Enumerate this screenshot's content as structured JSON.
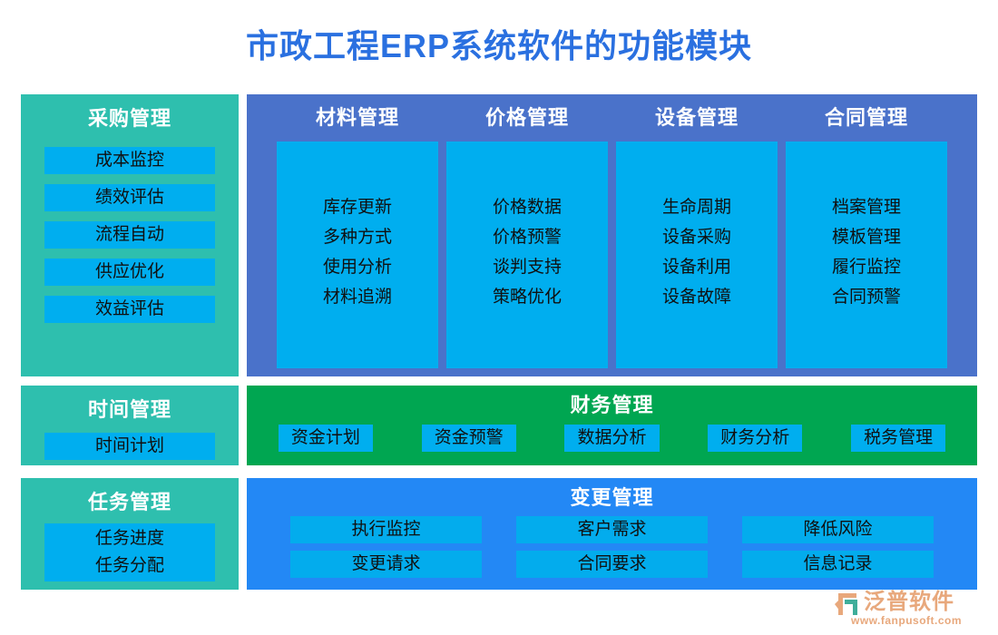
{
  "title": "市政工程ERP系统软件的功能模块",
  "colors": {
    "title_blue": "#2a70e0",
    "teal_panel": "#2ebfae",
    "indigo_panel": "#4a72ca",
    "green_panel": "#00a651",
    "blue_panel": "#2388f5",
    "item_blue": "#00AEEF",
    "logo_orange": "#e8a87c"
  },
  "left_panels": [
    {
      "title": "采购管理",
      "items": [
        "成本监控",
        "绩效评估",
        "流程自动",
        "供应优化",
        "效益评估"
      ]
    },
    {
      "title": "时间管理",
      "items": [
        "时间计划"
      ]
    },
    {
      "title": "任务管理",
      "items": [
        "任务进度",
        "任务分配"
      ]
    }
  ],
  "top_right": {
    "columns": [
      {
        "title": "材料管理",
        "entries": [
          "库存更新",
          "多种方式",
          "使用分析",
          "材料追溯"
        ]
      },
      {
        "title": "价格管理",
        "entries": [
          "价格数据",
          "价格预警",
          "谈判支持",
          "策略优化"
        ]
      },
      {
        "title": "设备管理",
        "entries": [
          "生命周期",
          "设备采购",
          "设备利用",
          "设备故障"
        ]
      },
      {
        "title": "合同管理",
        "entries": [
          "档案管理",
          "模板管理",
          "履行监控",
          "合同预警"
        ]
      }
    ]
  },
  "finance": {
    "title": "财务管理",
    "items": [
      "资金计划",
      "资金预警",
      "数据分析",
      "财务分析",
      "税务管理"
    ]
  },
  "change": {
    "title": "变更管理",
    "items": [
      "执行监控",
      "客户需求",
      "降低风险",
      "变更请求",
      "合同要求",
      "信息记录"
    ]
  },
  "footer": {
    "brand": "泛普软件",
    "url": "www.fanpusoft.com",
    "logo_icon": "fanpu-logo-icon"
  }
}
